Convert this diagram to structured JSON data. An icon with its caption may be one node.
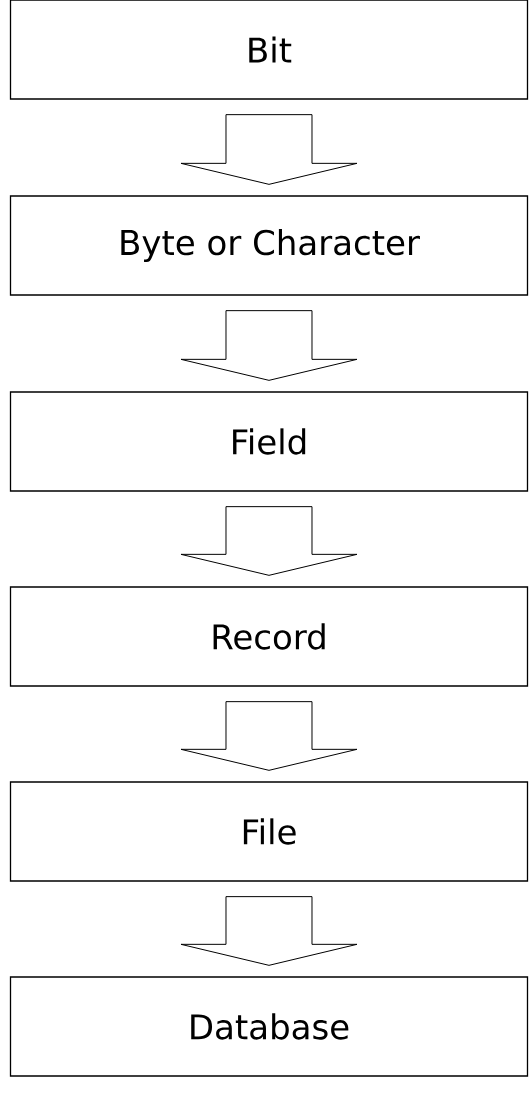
{
  "diagram": {
    "nodes": [
      {
        "text": [
          "Bit"
        ]
      },
      {
        "text": [
          "Byte or Character"
        ]
      },
      {
        "text": [
          "Field"
        ]
      },
      {
        "text": [
          "Record"
        ]
      },
      {
        "text": [
          "File"
        ]
      },
      {
        "text": [
          "Database"
        ]
      }
    ],
    "edges": [
      {
        "from": 0,
        "to": 1,
        "arrow": "to"
      },
      {
        "from": 1,
        "to": 2,
        "arrow": "to"
      },
      {
        "from": 2,
        "to": 3,
        "arrow": "to"
      },
      {
        "from": 3,
        "to": 4,
        "arrow": "to"
      },
      {
        "from": 4,
        "to": 5,
        "arrow": "to"
      }
    ]
  }
}
